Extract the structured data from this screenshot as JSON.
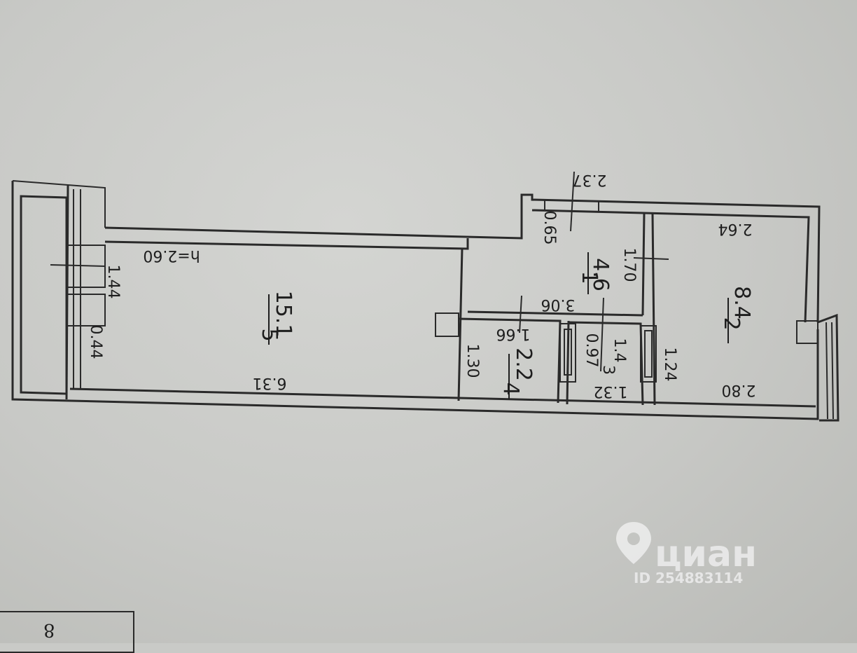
{
  "dimensions": {
    "corridor_top": "2.37",
    "corridor_left": "0.65",
    "corridor_width": "1.70",
    "corridor_length": "3.06",
    "bedroom_top": "2.64",
    "bedroom_bottom": "2.80",
    "bedroom_side": "1.24",
    "bath_length": "1.66",
    "bath_width": "1.30",
    "wc_width": "0.97",
    "wc_length": "1.32",
    "main_length": "6.31",
    "loggia_width": "1.44",
    "loggia_depth": "0.44",
    "ceiling_height": "h=2.60"
  },
  "rooms": [
    {
      "number": "1",
      "area": "4.6"
    },
    {
      "number": "2",
      "area": "8.4"
    },
    {
      "number": "3",
      "area": "1.4"
    },
    {
      "number": "4",
      "area": "2.2"
    },
    {
      "number": "5",
      "area": "15.1"
    }
  ],
  "watermark": {
    "brand": "циан",
    "id": "ID 254883114"
  },
  "page_number": "8"
}
